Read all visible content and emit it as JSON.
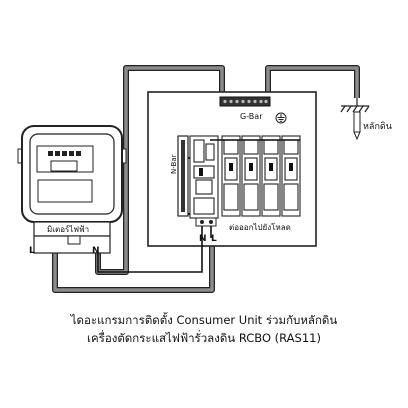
{
  "labels": {
    "meter": "มิเตอร์ไฟฟ้า",
    "meter_L": "L",
    "meter_N": "N",
    "g_bar": "G-Bar",
    "n_bar": "N-Bar",
    "rcbo_N": "N",
    "rcbo_L": "L",
    "load_out": "ต่อออกไปยังโหลด",
    "ground_rod": "หลักดิน"
  },
  "caption": {
    "line1": "ไดอะแกรมการติดตั้ง Consumer Unit ร่วมกับหลักดิน",
    "line2": "เครื่องตัดกระแสไฟฟ้ารั่วลงดิน RCBO (RAS11)"
  },
  "colors": {
    "wire_gray": "#8c8c8c",
    "wire_black": "#111111",
    "outline": "#222222"
  }
}
